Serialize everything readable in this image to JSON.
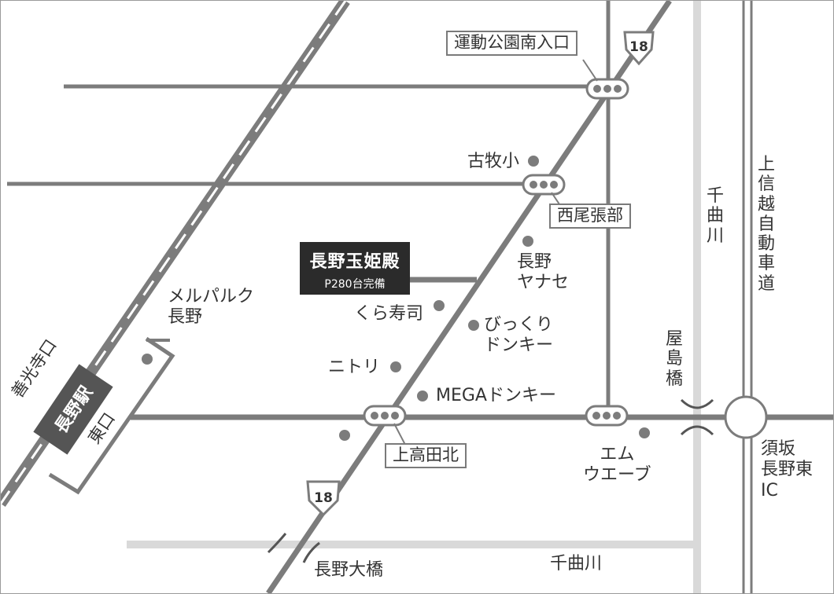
{
  "venue": {
    "name": "長野玉姫殿",
    "parking": "P280台完備"
  },
  "route_shields": [
    "18",
    "18"
  ],
  "station": {
    "name": "長野駅",
    "exit_west": "善光寺口",
    "exit_east": "東口"
  },
  "intersections": {
    "undo_koen": "運動公園南入口",
    "nishio_bari": "西尾張部",
    "kamitakada_kita": "上高田北"
  },
  "landmarks": {
    "komaki": "古牧小",
    "yanase": "長野\nヤナセ",
    "kura": "くら寿司",
    "bikkuri": "びっくり\nドンキー",
    "nitori": "ニトリ",
    "mega": "MEGAドンキー",
    "mparc": "メルパルク\n長野",
    "emu": "エム\nウエーブ"
  },
  "rivers": {
    "chikuma_vertical": "千曲川",
    "chikuma_horizontal": "千曲川"
  },
  "bridges": {
    "yashima": "屋島橋",
    "nagano_ohashi": "長野大橋"
  },
  "expressway": "上信越自動車道",
  "interchange": "須坂\n長野東\nIC",
  "colors": {
    "road": "#7c7c7c",
    "rail": "#7c7c7c",
    "river": "#d9d9d9",
    "venue": "#2b2b2b",
    "dot": "#7c7c7c"
  }
}
